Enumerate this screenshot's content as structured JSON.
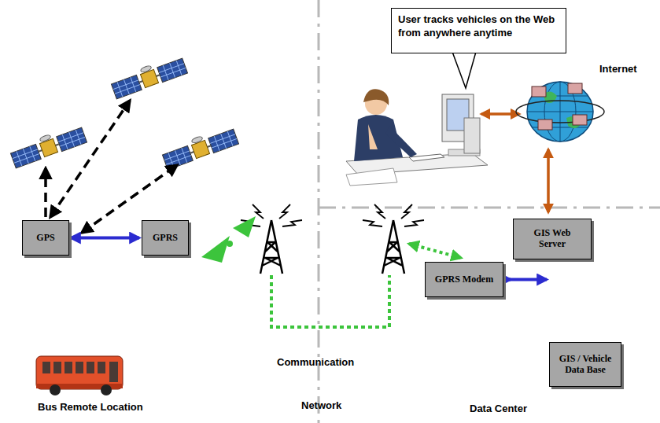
{
  "diagram": {
    "nodes": [
      {
        "text": [
          "User tracks vehicles on the Web from anywhere anytime"
        ]
      },
      {
        "text": [
          "GPS"
        ]
      },
      {
        "text": [
          "GPRS"
        ]
      },
      {
        "text": [
          "GPRS Modem"
        ]
      },
      {
        "text": [
          "GIS Web Server"
        ]
      },
      {
        "text": [
          "GIS / Vehicle Data Base"
        ]
      }
    ],
    "edges": [
      {
        "from": 1,
        "to": 2,
        "arrow": "both"
      },
      {
        "from": 3,
        "to": 4,
        "arrow": "to"
      },
      {
        "from": 3,
        "to": 5,
        "arrow": "to"
      }
    ],
    "labels": [
      "Internet",
      "Communication",
      "Network",
      "Bus Remote Location",
      "Data Center"
    ]
  }
}
